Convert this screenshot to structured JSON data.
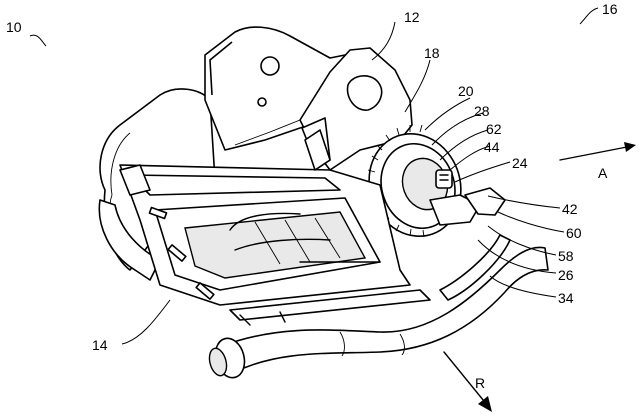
{
  "reference_numerals": {
    "assembly": "10",
    "bracket": "12",
    "frame": "14",
    "sub_assembly": "16",
    "plate": "18",
    "ring_gear": "20",
    "ring": "24",
    "part_26": "26",
    "part_28": "28",
    "part_34": "34",
    "part_42": "42",
    "part_44": "44",
    "part_58": "58",
    "part_60": "60",
    "part_62": "62"
  },
  "direction_labels": {
    "axial": "A",
    "radial": "R"
  }
}
